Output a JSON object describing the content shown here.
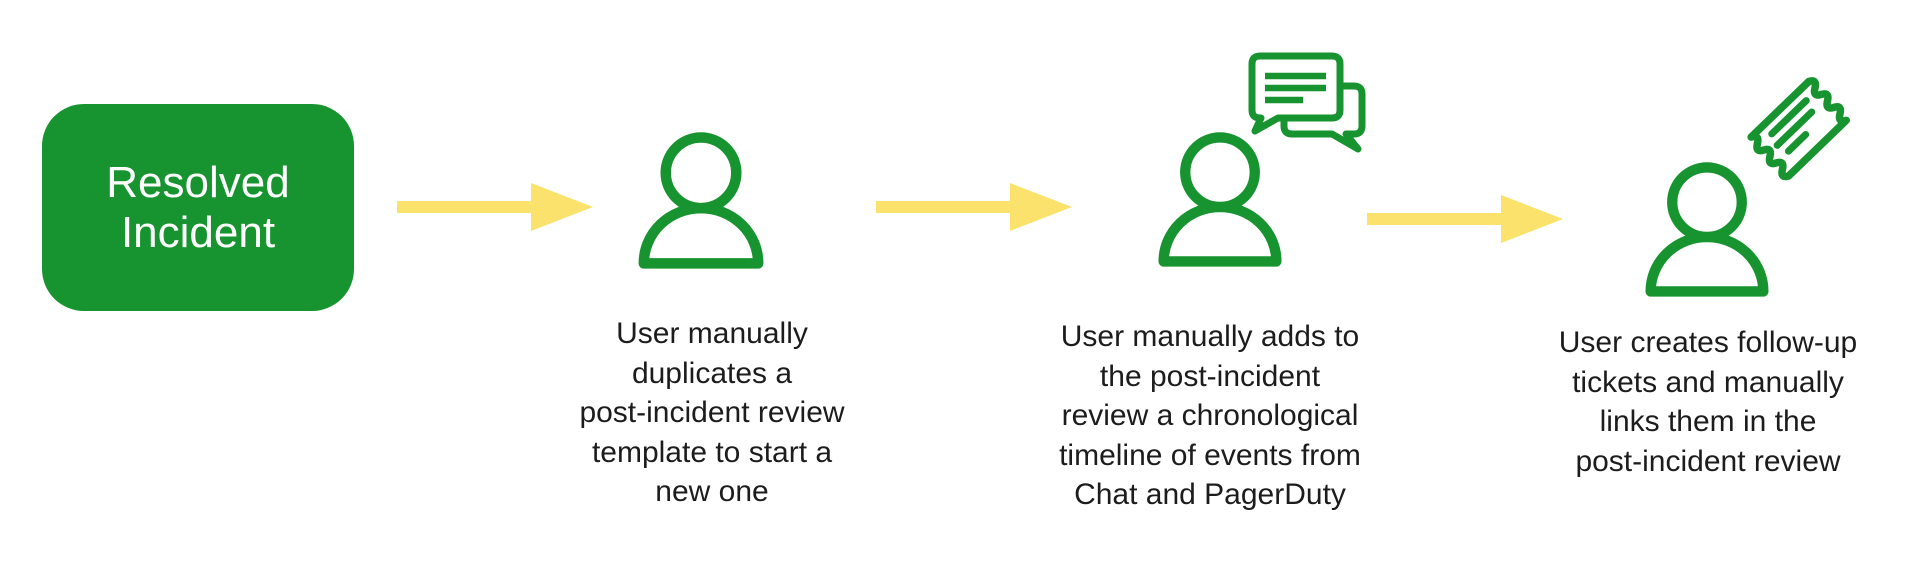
{
  "colors": {
    "green": "#17942F",
    "yellow": "#FBE26C",
    "text": "#1C1C1C",
    "node_label": "#FFFFFF",
    "background": "#FFFFFF"
  },
  "flow": {
    "start_node": {
      "label": "Resolved\nIncident"
    },
    "steps": [
      {
        "icon": "user-icon",
        "caption": "User manually\nduplicates a\npost-incident review\ntemplate to start a\nnew one"
      },
      {
        "icon": "user-chat-icon",
        "caption": "User manually adds to\nthe post-incident\nreview a chronological\ntimeline of events from\nChat and PagerDuty"
      },
      {
        "icon": "user-ticket-icon",
        "caption": "User creates follow-up\ntickets and manually\nlinks them in the\npost-incident review"
      }
    ]
  }
}
